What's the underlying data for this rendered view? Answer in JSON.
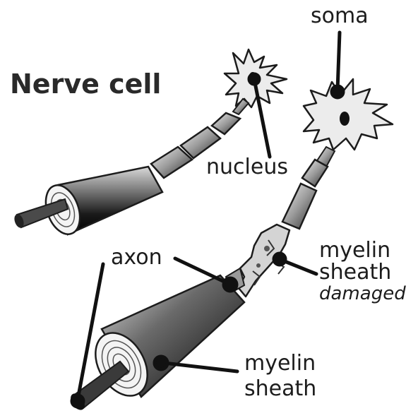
{
  "title": "Nerve cell",
  "labels": {
    "soma": "soma",
    "nucleus": "nucleus",
    "axon": "axon",
    "myelin_sheath_damaged": {
      "line1": "myelin",
      "line2": "sheath",
      "note": "damaged"
    },
    "myelin_sheath": {
      "line1": "myelin",
      "line2": "sheath"
    }
  },
  "colors": {
    "ink": "#1c1c1c",
    "cell_fill": "#e9e9e9",
    "nucleus": "#111111"
  }
}
